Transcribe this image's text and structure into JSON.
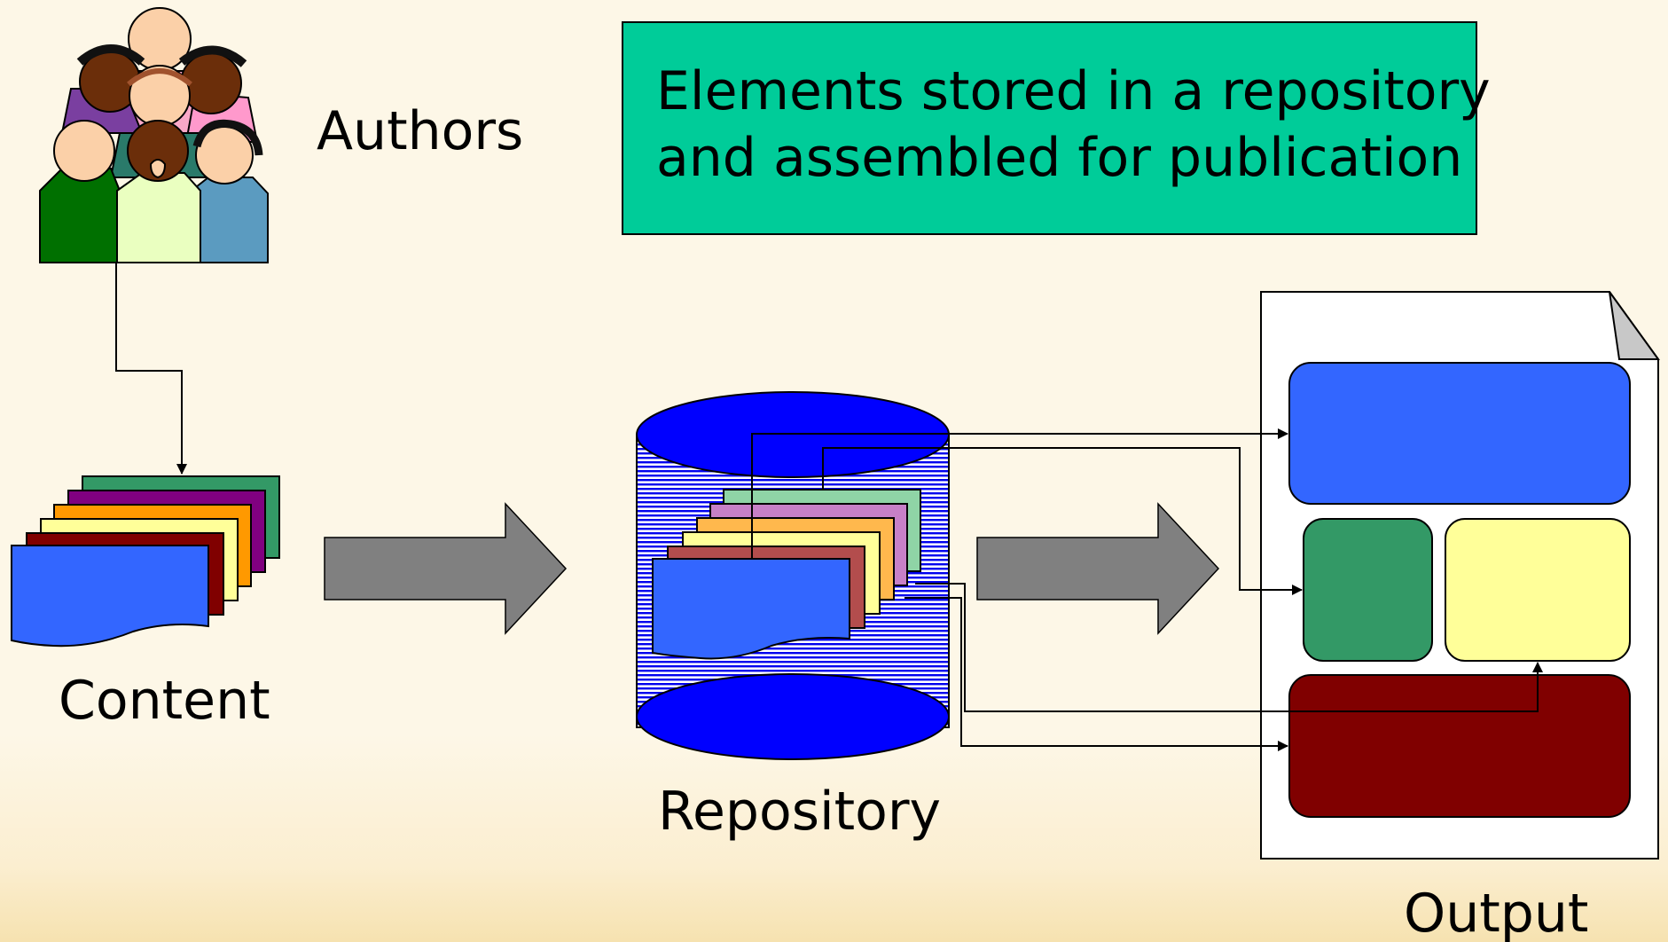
{
  "callout": {
    "line1": "Elements stored in a repository",
    "line2": "and assembled for publication",
    "fill": "#00cc99"
  },
  "labels": {
    "authors": "Authors",
    "content": "Content",
    "repository": "Repository",
    "output": "Output"
  },
  "colors": {
    "block_blue": "#3366ff",
    "block_green": "#339966",
    "block_yellow": "#ffff99",
    "block_maroon": "#800000",
    "cylinder": "#0000ff",
    "arrow_gray": "#808080",
    "doc_stack": [
      "#339966",
      "#800080",
      "#ff9900",
      "#ffcc66",
      "#ffff99",
      "#800000",
      "#3366ff"
    ]
  }
}
